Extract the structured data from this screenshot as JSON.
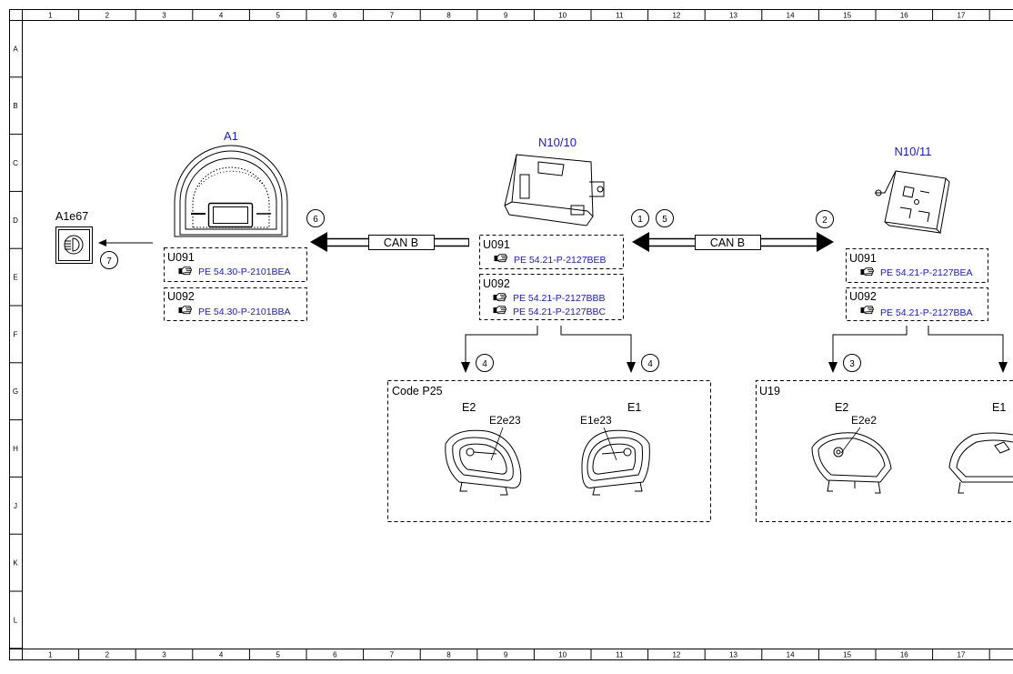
{
  "ruler": {
    "columns": [
      "1",
      "2",
      "3",
      "4",
      "5",
      "6",
      "7",
      "8",
      "9",
      "10",
      "11",
      "12",
      "13",
      "14",
      "15",
      "16",
      "17"
    ],
    "rows": [
      "A",
      "B",
      "C",
      "D",
      "E",
      "F",
      "G",
      "H",
      "J",
      "K",
      "L"
    ]
  },
  "components": {
    "a1e67": {
      "label": "A1e67",
      "callout": "7"
    },
    "a1": {
      "label": "A1",
      "callout": "6",
      "codes": [
        {
          "code": "U091",
          "refs": [
            "PE 54.30-P-2101BEA"
          ]
        },
        {
          "code": "U092",
          "refs": [
            "PE 54.30-P-2101BBA"
          ]
        }
      ]
    },
    "n10_10": {
      "label": "N10/10",
      "callouts": [
        "1",
        "5"
      ],
      "codes": [
        {
          "code": "U091",
          "refs": [
            "PE 54.21-P-2127BEB"
          ]
        },
        {
          "code": "U092",
          "refs": [
            "PE 54.21-P-2127BBB",
            "PE 54.21-P-2127BBC"
          ]
        }
      ]
    },
    "n10_11": {
      "label": "N10/11",
      "callout": "2",
      "codes": [
        {
          "code": "U091",
          "refs": [
            "PE 54.21-P-2127BEA"
          ]
        },
        {
          "code": "U092",
          "refs": [
            "PE 54.21-P-2127BBA"
          ]
        }
      ]
    }
  },
  "buses": {
    "left": "CAN B",
    "right": "CAN B"
  },
  "branch_callouts": {
    "p25_left": "4",
    "p25_right": "4",
    "u19_left": "3"
  },
  "groups": {
    "p25": {
      "title": "Code P25",
      "left": "E2",
      "left_sub": "E2e23",
      "right": "E1",
      "right_sub": "E1e23"
    },
    "u19": {
      "title": "U19",
      "left": "E2",
      "left_sub": "E2e2",
      "right": "E1"
    }
  },
  "colors": {
    "label_blue": "#1818d8",
    "line": "#000000",
    "background": "#ffffff"
  },
  "icons": {
    "reference": "pointing-hand-icon",
    "lamp": "headlamp-icon"
  }
}
